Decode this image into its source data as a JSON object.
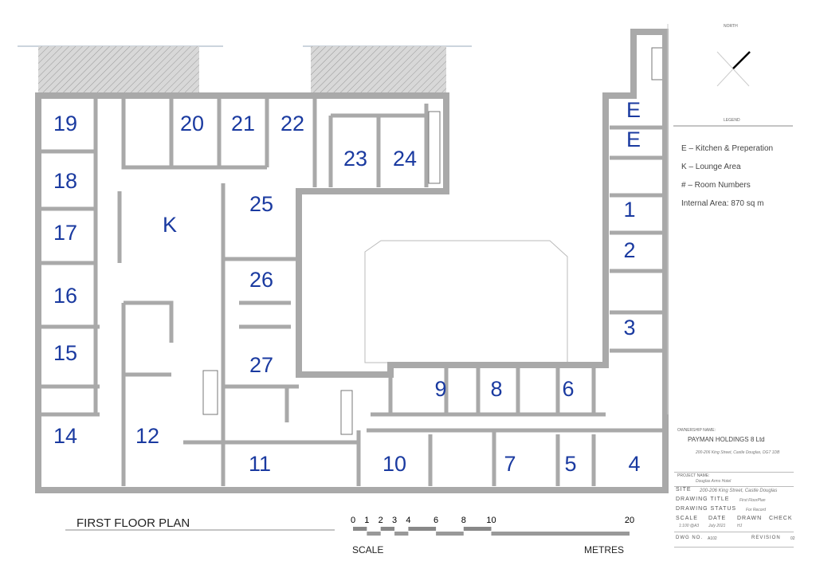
{
  "plan": {
    "title": "FIRST FLOOR PLAN",
    "rooms": [
      "19",
      "20",
      "21",
      "22",
      "23",
      "24",
      "18",
      "K",
      "25",
      "17",
      "26",
      "16",
      "15",
      "27",
      "9",
      "8",
      "6",
      "14",
      "12",
      "11",
      "10",
      "7",
      "5",
      "4",
      "E",
      "E",
      "1",
      "2",
      "3"
    ],
    "wall_color": "#a9a9a9",
    "label_color": "#1a3aa0"
  },
  "scale_bar": {
    "ticks": [
      "0",
      "1",
      "2",
      "3",
      "4",
      "6",
      "8",
      "10",
      "20"
    ],
    "label_left": "SCALE",
    "label_right": "METRES"
  },
  "north": {
    "label": "NORTH",
    "icon": "north-arrow-icon"
  },
  "legend": {
    "title": "LEGEND",
    "items": [
      "E – Kitchen & Preperation",
      "K – Lounge Area",
      "# – Room Numbers",
      "Internal Area: 870 sq m"
    ]
  },
  "title_block": {
    "ownership_label": "OWNERSHIP NAME:",
    "owner": "PAYMAN HOLDINGS 8 Ltd",
    "owner_address": "200-206 King Street, Castle Douglas, DG7 1DB",
    "project_label": "PROJECT NAME:",
    "project": "Douglas Arms Hotel",
    "site_label": "SITE",
    "site": "200-206 King Street, Castle Douglas",
    "drawing_title_label": "DRAWING TITLE",
    "drawing_title": "First FloorPlan",
    "drawing_status_label": "DRAWING STATUS",
    "drawing_status": "For Record",
    "scale_label": "SCALE",
    "scale": "1:100 @A3",
    "date_label": "DATE",
    "date": "July 2021",
    "drawn_label": "DRAWN",
    "drawn": "HJ",
    "check_label": "CHECK",
    "dwg_label": "DWG NO.",
    "dwg": "A102",
    "revision_label": "REVISION",
    "revision": "02"
  }
}
